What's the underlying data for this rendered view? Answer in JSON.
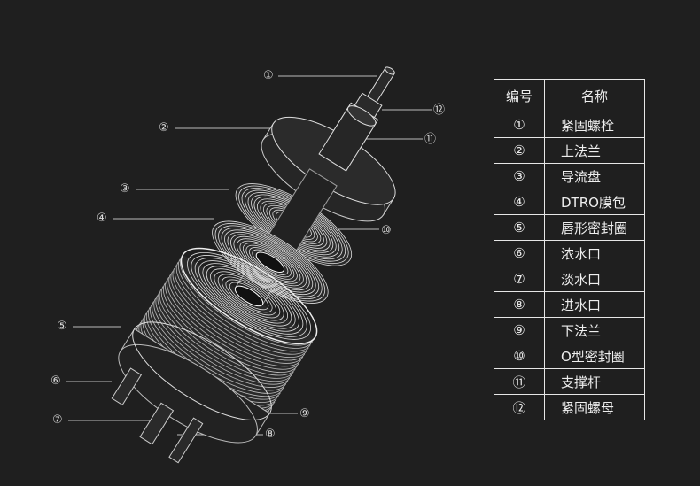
{
  "callouts": [
    "①",
    "②",
    "③",
    "④",
    "⑤",
    "⑥",
    "⑦",
    "⑧",
    "⑨",
    "⑩",
    "⑪",
    "⑫"
  ],
  "table": {
    "headers": {
      "number": "编号",
      "name": "名称"
    },
    "rows": [
      {
        "number": "①",
        "name": "紧固螺栓"
      },
      {
        "number": "②",
        "name": "上法兰"
      },
      {
        "number": "③",
        "name": "导流盘"
      },
      {
        "number": "④",
        "name": "DTRO膜包"
      },
      {
        "number": "⑤",
        "name": "唇形密封圈"
      },
      {
        "number": "⑥",
        "name": "浓水口"
      },
      {
        "number": "⑦",
        "name": "淡水口"
      },
      {
        "number": "⑧",
        "name": "进水口"
      },
      {
        "number": "⑨",
        "name": "下法兰"
      },
      {
        "number": "⑩",
        "name": "O型密封圈"
      },
      {
        "number": "⑪",
        "name": "支撑杆"
      },
      {
        "number": "⑫",
        "name": "紧固螺母"
      }
    ]
  }
}
